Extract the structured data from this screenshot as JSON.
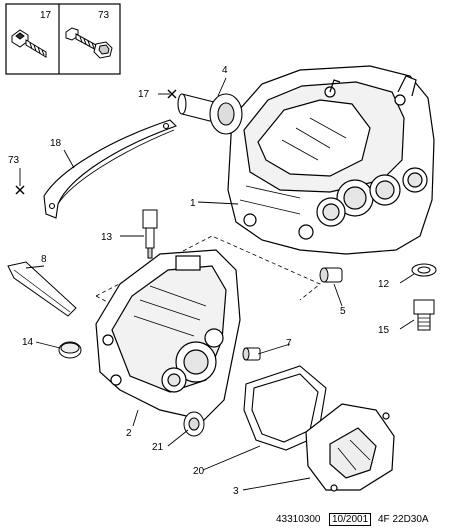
{
  "inset": {
    "screw_17_label": "17",
    "screw_73_label": "73"
  },
  "callouts": {
    "c1": "1",
    "c2": "2",
    "c3": "3",
    "c4": "4",
    "c5": "5",
    "c7": "7",
    "c8": "8",
    "c12": "12",
    "c13": "13",
    "c14": "14",
    "c15": "15",
    "c17": "17",
    "c18": "18",
    "c20": "20",
    "c21": "21",
    "c73": "73"
  },
  "footer": {
    "ref": "43310300",
    "date": "10/2001",
    "model": "4F 22D30A"
  }
}
